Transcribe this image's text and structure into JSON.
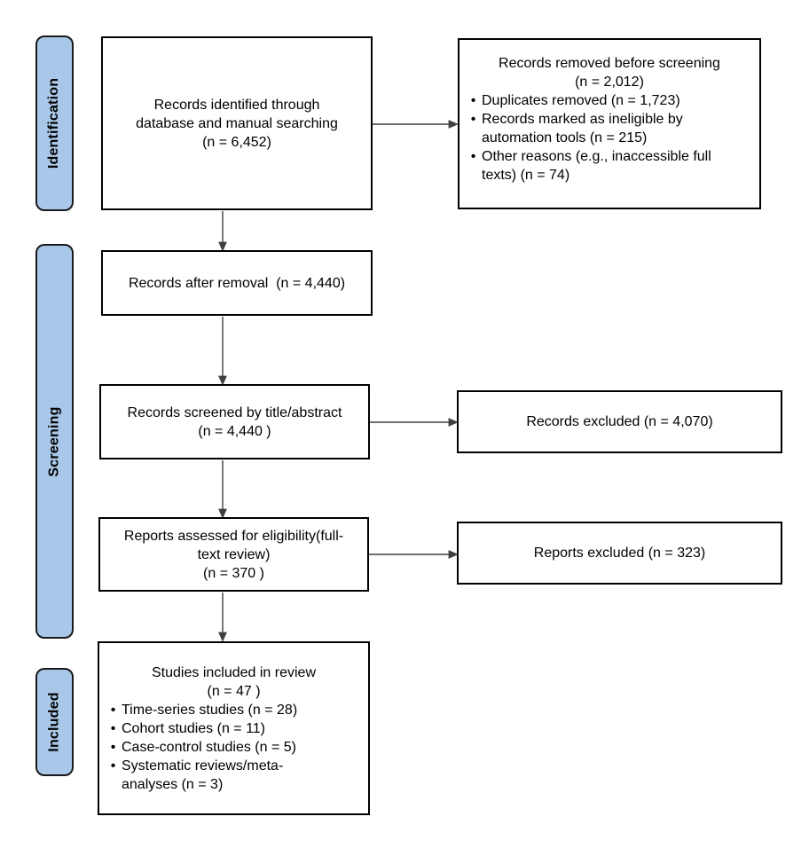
{
  "glyphs": {
    "bullet": "•"
  },
  "colors": {
    "stage_fill": "#A9C7E8",
    "stage_border": "#1A1A1A",
    "box_border": "#000000",
    "arrow": "#3F3F3F",
    "text": "#000000",
    "background": "#FFFFFF"
  },
  "stages": [
    {
      "label": "Identification"
    },
    {
      "label": "Screening"
    },
    {
      "label": "Included"
    }
  ],
  "boxes": {
    "identified": {
      "lines": [
        "Records identified through",
        "database and manual searching",
        "(n = 6,452)"
      ]
    },
    "removed_before_screening": {
      "title_lines": [
        "Records removed before screening",
        "(n = 2,012)"
      ],
      "bullets": [
        [
          "Duplicates removed (n = 1,723)"
        ],
        [
          "Records marked as ineligible by",
          "automation tools (n = 215)"
        ],
        [
          "Other reasons (e.g., inaccessible full",
          "texts) (n = 74)"
        ]
      ]
    },
    "after_removal": {
      "text": "Records after removal  (n = 4,440)"
    },
    "screened": {
      "lines": [
        "Records screened by title/abstract",
        "(n = 4,440 )"
      ]
    },
    "records_excluded": {
      "text": "Records excluded (n = 4,070)"
    },
    "assessed_eligibility": {
      "lines": [
        "Reports assessed for eligibility(full-",
        "text review)",
        "(n = 370 )"
      ]
    },
    "reports_excluded": {
      "text": "Reports excluded (n = 323)"
    },
    "included_in_review": {
      "title_lines": [
        "Studies included in review",
        "(n = 47 )"
      ],
      "bullets": [
        [
          "Time-series studies (n = 28)"
        ],
        [
          "Cohort studies (n = 11)"
        ],
        [
          "Case-control studies (n = 5)"
        ],
        [
          "Systematic reviews/meta-",
          "analyses (n = 3)"
        ]
      ]
    }
  }
}
